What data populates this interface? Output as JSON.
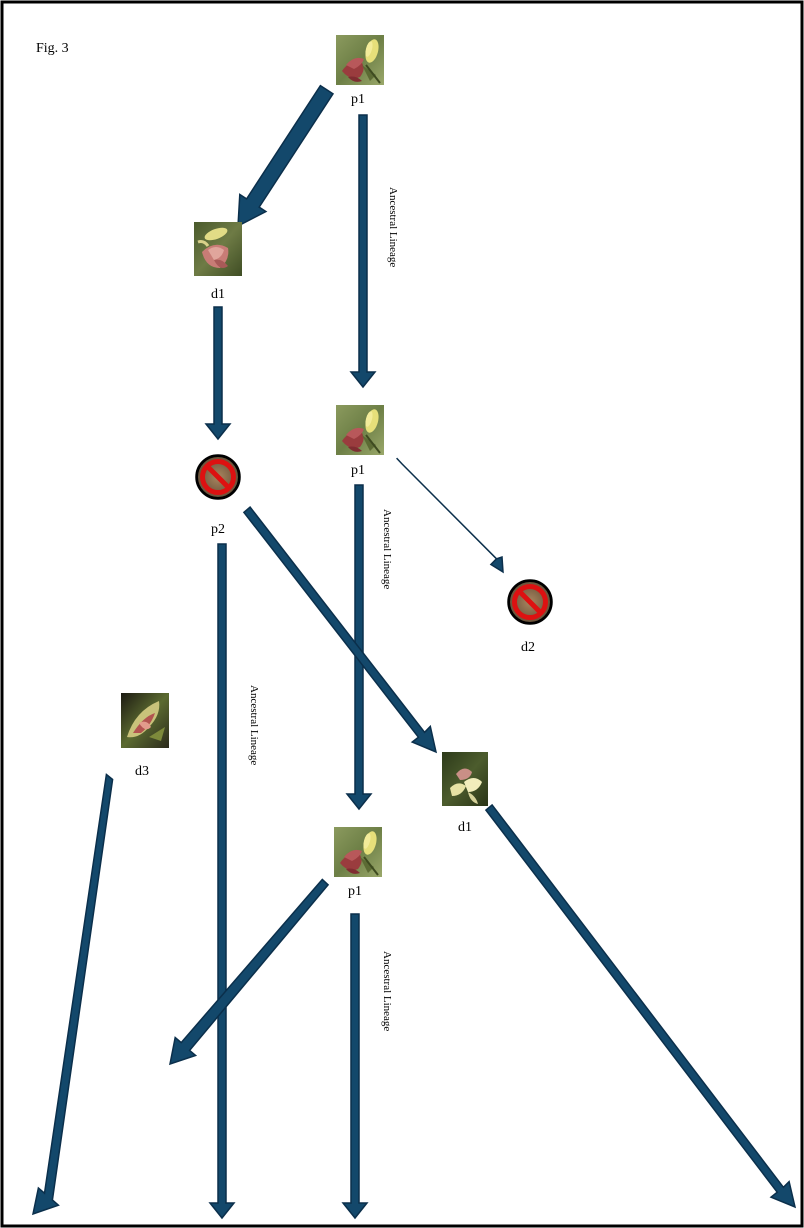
{
  "figure": {
    "label": "Fig. 3"
  },
  "colors": {
    "arrow_fill": "#13486b",
    "arrow_stroke": "#0b2f4b",
    "frame": "#000000",
    "no_symbol": "#dd1111"
  },
  "nodes": [
    {
      "id": "p1-top",
      "label": "p1",
      "image": "flower-p1",
      "crossed": false
    },
    {
      "id": "d1-upper",
      "label": "d1",
      "image": "flower-d1",
      "crossed": false
    },
    {
      "id": "p1-mid",
      "label": "p1",
      "image": "flower-p1",
      "crossed": false
    },
    {
      "id": "p2",
      "label": "p2",
      "image": "no-symbol",
      "crossed": true
    },
    {
      "id": "d2",
      "label": "d2",
      "image": "no-symbol",
      "crossed": true
    },
    {
      "id": "d1-lower",
      "label": "d1",
      "image": "flower-d1-variant",
      "crossed": false
    },
    {
      "id": "p1-low",
      "label": "p1",
      "image": "flower-p1",
      "crossed": false
    },
    {
      "id": "d3",
      "label": "d3",
      "image": "flower-d3",
      "crossed": false
    }
  ],
  "lineage_labels": [
    "Ancestral Lineage",
    "Ancestral Lineage",
    "Ancestral Lineage",
    "Ancestral Lineage"
  ]
}
